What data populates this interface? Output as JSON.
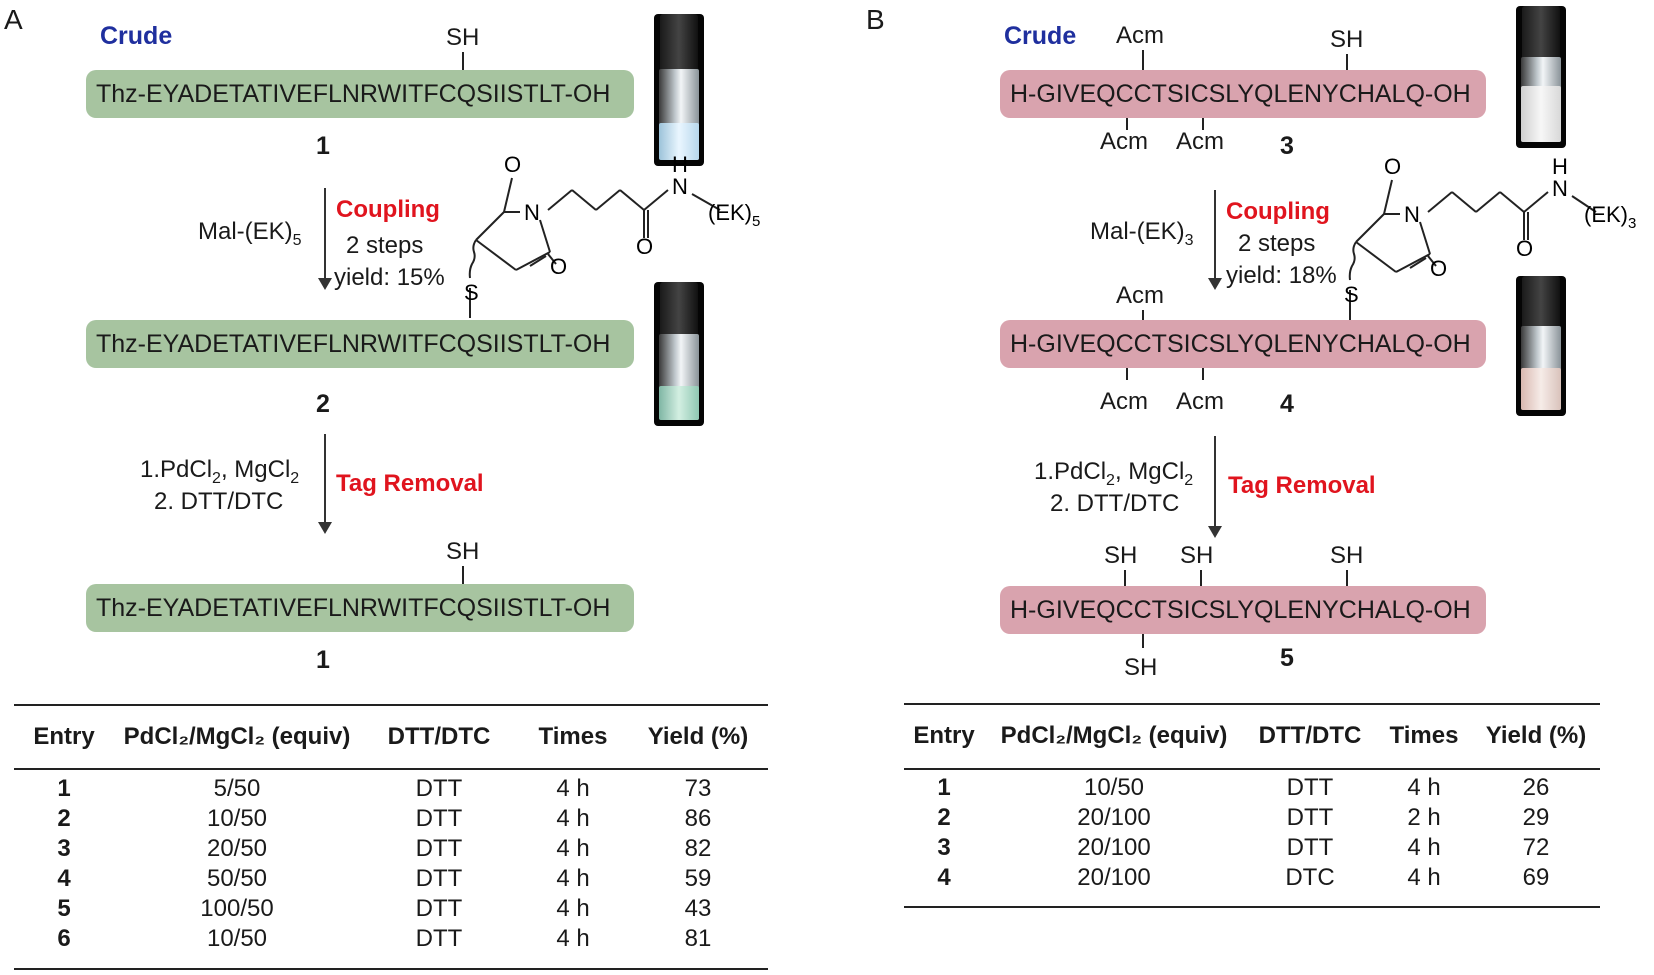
{
  "panel_a": {
    "label": "A",
    "crude_label": "Crude",
    "sh_label": "SH",
    "sequence": "Thz-EYADETATIVEFLNRWITFCQSIISTLT-OH",
    "compound_1": "1",
    "compound_2": "2",
    "compound_final": "1",
    "reagent": "Mal-(EK)",
    "reagent_sub": "5",
    "coupling_label": "Coupling",
    "steps_label": "2 steps",
    "yield_label": "yield: 15%",
    "tag_label": "(EK)",
    "tag_sub": "5",
    "removal_step1": "1.PdCl",
    "removal_step1_sub1": "2",
    "removal_step1_mid": ", MgCl",
    "removal_step1_sub2": "2",
    "removal_step2": "2. DTT/DTC",
    "tag_removal_label": "Tag Removal",
    "table": {
      "headers": [
        "Entry",
        "PdCl₂/MgCl₂ (equiv)",
        "DTT/DTC",
        "Times",
        "Yield (%)"
      ],
      "rows": [
        [
          "1",
          "5/50",
          "DTT",
          "4 h",
          "73"
        ],
        [
          "2",
          "10/50",
          "DTT",
          "4 h",
          "86"
        ],
        [
          "3",
          "20/50",
          "DTT",
          "4 h",
          "82"
        ],
        [
          "4",
          "50/50",
          "DTT",
          "4 h",
          "59"
        ],
        [
          "5",
          "100/50",
          "DTT",
          "4 h",
          "43"
        ],
        [
          "6",
          "10/50",
          "DTT",
          "4 h",
          "81"
        ]
      ]
    }
  },
  "panel_b": {
    "label": "B",
    "crude_label": "Crude",
    "acm_label": "Acm",
    "sh_label": "SH",
    "sequence": "H-GIVEQCCTSICSLYQLENYCHALQ-OH",
    "compound_3": "3",
    "compound_4": "4",
    "compound_5": "5",
    "reagent": "Mal-(EK)",
    "reagent_sub": "3",
    "coupling_label": "Coupling",
    "steps_label": "2 steps",
    "yield_label": "yield: 18%",
    "tag_label": "(EK)",
    "tag_sub": "3",
    "removal_step1": "1.PdCl",
    "removal_step1_sub1": "2",
    "removal_step1_mid": ", MgCl",
    "removal_step1_sub2": "2",
    "removal_step2": "2. DTT/DTC",
    "tag_removal_label": "Tag Removal",
    "table": {
      "headers": [
        "Entry",
        "PdCl₂/MgCl₂ (equiv)",
        "DTT/DTC",
        "Times",
        "Yield (%)"
      ],
      "rows": [
        [
          "1",
          "10/50",
          "DTT",
          "4 h",
          "26"
        ],
        [
          "2",
          "20/100",
          "DTT",
          "2 h",
          "29"
        ],
        [
          "3",
          "20/100",
          "DTT",
          "4 h",
          "72"
        ],
        [
          "4",
          "20/100",
          "DTC",
          "4 h",
          "69"
        ]
      ]
    }
  },
  "chem_labels": {
    "O": "O",
    "N": "N",
    "H": "H",
    "S": "S"
  },
  "colors": {
    "peptide_a": "#a7c4a0",
    "peptide_b": "#d9a3ae",
    "crude": "#1f2f9e",
    "highlight": "#e0141e"
  }
}
